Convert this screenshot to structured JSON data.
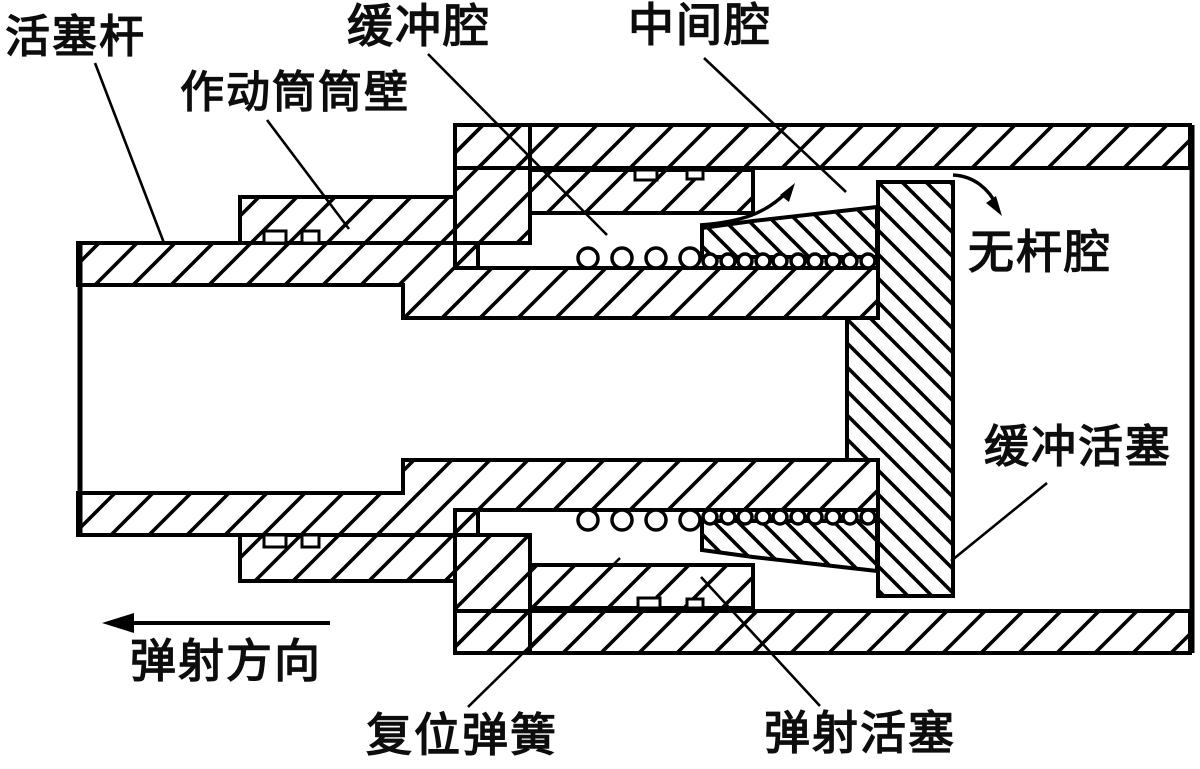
{
  "diagram": {
    "title": "ejection-actuator-cushioning-cross-section",
    "colors": {
      "line": "#000000",
      "background": "#ffffff"
    },
    "labels": {
      "piston_rod": "活塞杆",
      "cylinder_wall": "作动筒筒壁",
      "cushion_chamber": "缓冲腔",
      "middle_chamber": "中间腔",
      "rodless_chamber": "无杆腔",
      "cushion_piston": "缓冲活塞",
      "return_spring": "复位弹簧",
      "ejection_piston": "弹射活塞",
      "ejection_direction": "弹射方向"
    }
  }
}
